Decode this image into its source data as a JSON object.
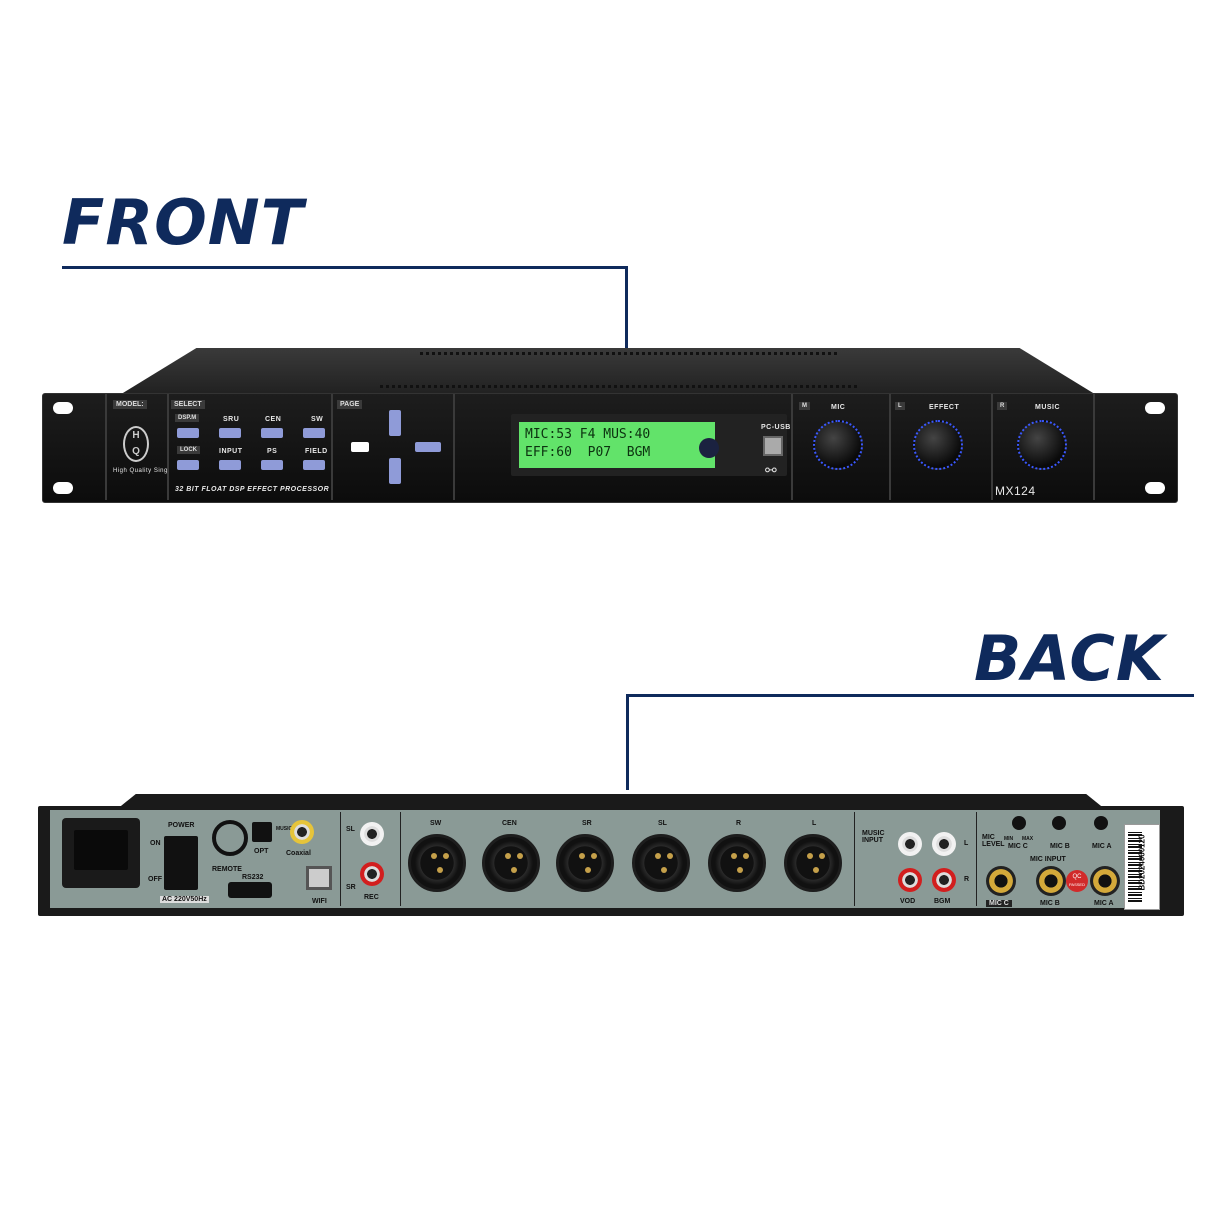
{
  "headings": {
    "front": "FRONT",
    "back": "BACK"
  },
  "colors": {
    "heading": "#0f2a5c",
    "lcd_background": "#62e36a",
    "button": "#8f9bd8",
    "knob_ring": "#3a58ff"
  },
  "front_panel": {
    "model_label": "MODEL:",
    "brand_caption": "High Quality Sing",
    "tagline": "32 BIT FLOAT DSP EFFECT PROCESSOR",
    "select_label": "SELECT",
    "page_label": "PAGE",
    "buttons": {
      "dspm": "DSP.M",
      "lock": "LOCK",
      "sru": "SRU",
      "cen": "CEN",
      "sw": "SW",
      "input": "INPUT",
      "ps": "PS",
      "field": "FIELD"
    },
    "lcd": {
      "line1": "MIC:53 F4 MUS:40",
      "line2": "EFF:60  P07  BGM"
    },
    "pc_usb_label": "PC-USB",
    "knobs": {
      "mic": "MIC",
      "effect": "EFFECT",
      "music": "MUSIC"
    },
    "knob_tags": {
      "mic": "M",
      "effect": "L",
      "music": "R"
    },
    "model_number": "MX124",
    "usb_icon": "usb-icon"
  },
  "back_panel": {
    "power_label": "POWER",
    "on_label": "ON",
    "off_label": "OFF",
    "voltage": "AC 220V50Hz",
    "remote_label": "REMOTE",
    "opt_label": "OPT",
    "coaxial_label": "Coaxial",
    "music_small": "MUSIC",
    "rs232_label": "RS232",
    "wifi_label": "WIFI",
    "sl_label": "SL",
    "sr_label": "SR",
    "rec_label": "REC",
    "xlr_outputs": [
      "SW",
      "CEN",
      "SR",
      "SL",
      "R",
      "L"
    ],
    "music_input_label": "MUSIC\nINPUT",
    "vod_label": "VOD",
    "bgm_label": "BGM",
    "l_label": "L",
    "r_label": "R",
    "mic_level_label": "MIC\nLEVEL",
    "min_label": "MIN",
    "max_label": "MAX",
    "mic_level_channels": [
      "MIC C",
      "MIC B",
      "MIC A"
    ],
    "mic_input_label": "MIC  INPUT",
    "mic_input_channels": [
      "MIC C",
      "MIC B",
      "MIC A"
    ],
    "qc_label": "QC",
    "qc_sub": "PASSED",
    "serial": "BD2024060120"
  }
}
